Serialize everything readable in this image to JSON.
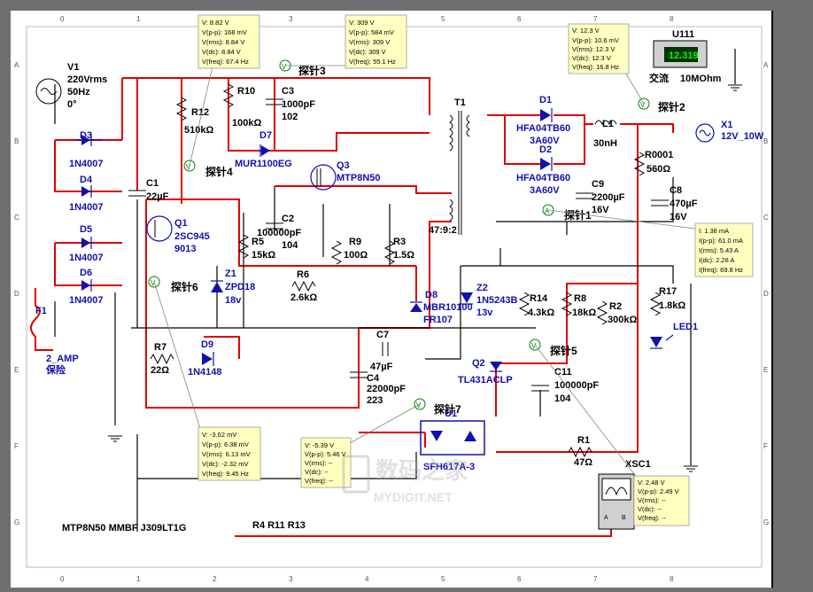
{
  "ruler": {
    "columns": [
      "0",
      "1",
      "2",
      "3",
      "4",
      "5",
      "6",
      "7",
      "8"
    ],
    "rows": [
      "A",
      "B",
      "C",
      "D",
      "E",
      "F",
      "G"
    ]
  },
  "components": {
    "v1": {
      "name": "V1",
      "voltage": "220Vrms",
      "freq": "50Hz",
      "phase": "0°"
    },
    "d3": {
      "name": "D3",
      "part": "1N4007"
    },
    "d4": {
      "name": "D4",
      "part": "1N4007"
    },
    "d5": {
      "name": "D5",
      "part": "1N4007"
    },
    "d6": {
      "name": "D6",
      "part": "1N4007"
    },
    "f1": {
      "name": "F1",
      "part": "2_AMP",
      "note": "保险"
    },
    "c1": {
      "name": "C1",
      "value": "22µF"
    },
    "r12": {
      "name": "R12",
      "value": "510kΩ"
    },
    "r10": {
      "name": "R10",
      "value": "100kΩ"
    },
    "c3": {
      "name": "C3",
      "value": "1000pF",
      "value2": "102"
    },
    "d7": {
      "name": "D7",
      "part": "MUR1100EG"
    },
    "q3": {
      "name": "Q3",
      "part": "MTP8N50"
    },
    "q1": {
      "name": "Q1",
      "part": "2SC945",
      "part2": "9013"
    },
    "z1": {
      "name": "Z1",
      "part": "ZPD18",
      "value": "18v"
    },
    "r5": {
      "name": "R5",
      "value": "15kΩ"
    },
    "c2": {
      "name": "C2",
      "value": "100000pF",
      "value2": "104"
    },
    "r9": {
      "name": "R9",
      "value": "100Ω"
    },
    "r3": {
      "name": "R3",
      "value": "1.5Ω"
    },
    "r6": {
      "name": "R6",
      "value": "2.6kΩ"
    },
    "r7": {
      "name": "R7",
      "value": "22Ω"
    },
    "d9": {
      "name": "D9",
      "part": "1N4148"
    },
    "c7": {
      "name": "C7",
      "value": "47µF"
    },
    "c4": {
      "name": "C4",
      "value": "22000pF",
      "value2": "223"
    },
    "d8": {
      "name": "D8",
      "part": "MBR10100",
      "part2": "FR107"
    },
    "t1": {
      "name": "T1",
      "ratio": "47:9:2"
    },
    "d1": {
      "name": "D1",
      "part": "HFA04TB60",
      "value": "3A60V"
    },
    "d2": {
      "name": "D2",
      "part": "HFA04TB60",
      "value": "3A60V"
    },
    "l1": {
      "name": "L1",
      "value": "30nH"
    },
    "r0001": {
      "name": "R0001",
      "value": "560Ω"
    },
    "c9": {
      "name": "C9",
      "value": "2200µF",
      "value2": "16V"
    },
    "c8": {
      "name": "C8",
      "value": "470µF",
      "value2": "16V"
    },
    "x1": {
      "name": "X1",
      "value": "12V_10W"
    },
    "u111": {
      "name": "U111",
      "reading": "12.319",
      "mode": "交流",
      "impedance": "10MOhm"
    },
    "z2": {
      "name": "Z2",
      "part": "1N5243B",
      "value": "13v"
    },
    "r14": {
      "name": "R14",
      "value": "4.3kΩ"
    },
    "r8": {
      "name": "R8",
      "value": "18kΩ"
    },
    "r2": {
      "name": "R2",
      "value": "300kΩ"
    },
    "r17": {
      "name": "R17",
      "value": "1.8kΩ"
    },
    "led1": {
      "name": "LED1"
    },
    "q2": {
      "name": "Q2",
      "part": "TL431ACLP"
    },
    "c11": {
      "name": "C11",
      "value": "100000pF",
      "value2": "104"
    },
    "u1": {
      "name": "U1",
      "part": "SFH617A-3"
    },
    "r1": {
      "name": "R1",
      "value": "47Ω"
    },
    "xsc1": {
      "name": "XSC1",
      "ch_a": "A",
      "ch_b": "B"
    }
  },
  "probes": {
    "p1": {
      "label": "探针3",
      "lines": [
        "V: 309 V",
        "V(p-p): 584 mV",
        "V(rms): 309 V",
        "V(dc): 309 V",
        "V(freq): 55.1 Hz"
      ]
    },
    "p2": {
      "label": "探针4",
      "lines": [
        "V: 8.82 V",
        "V(p-p): 168 mV",
        "V(rms): 8.84 V",
        "V(dc): 8.84 V",
        "V(freq): 67.4 Hz"
      ]
    },
    "p3": {
      "label": "探针2",
      "lines": [
        "V: 12.3 V",
        "V(p-p): 10.6 mV",
        "V(rms): 12.3 V",
        "V(dc): 12.3 V",
        "V(freq): 16.8 Hz"
      ]
    },
    "p4": {
      "label": "探针1",
      "lines": [
        "I: 1.38 mA",
        "I(p-p): 61.0 mA",
        "I(rms): 5.43 A",
        "I(dc): 2.28 A",
        "I(freq): 69.8 Hz"
      ]
    },
    "p5": {
      "label": "探针6",
      "lines": [
        "V: -3.62 mV",
        "V(p-p): 6.38 mV",
        "V(rms): 6.13 mV",
        "V(dc): -2.32 mV",
        "V(freq): 9.45 Hz"
      ]
    },
    "p6": {
      "label": "探针7",
      "lines": [
        "V: -5.39 V",
        "V(p-p): 5.46 V",
        "V(rms): --",
        "V(dc): --",
        "V(freq): --"
      ]
    },
    "p7": {
      "label": "探针5",
      "lines": [
        "V: 2.48 V",
        "V(p-p): 2.49 V",
        "V(rms): --",
        "V(dc): --",
        "V(freq): --"
      ]
    }
  },
  "notes": {
    "bottom_parts": "MTP8N50  MMBF J309LT1G",
    "bottom_refs": "R4  R11  R13"
  },
  "watermark": {
    "cn": "数码之家",
    "en": "MYDIGIT.NET"
  },
  "colors": {
    "wire": "#e00000",
    "component": "#1010b0",
    "probe_bg": "#ffffc0",
    "background": "#ffffff"
  }
}
